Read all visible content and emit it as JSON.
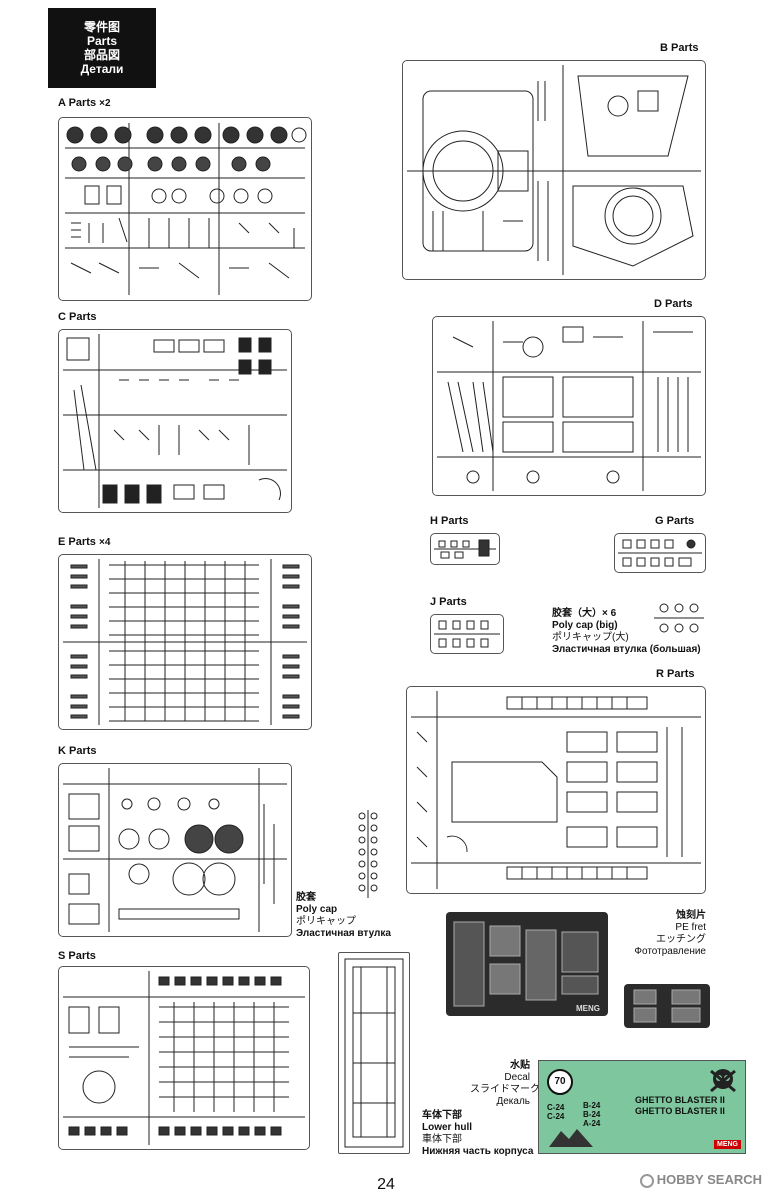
{
  "header": {
    "line1": "零件图",
    "line2": "Parts",
    "line3": "部品図",
    "line4": "Детали"
  },
  "sections": {
    "a": {
      "label": "A  Parts",
      "mult": "×2"
    },
    "b": {
      "label": "B  Parts"
    },
    "c": {
      "label": "C  Parts"
    },
    "d": {
      "label": "D  Parts"
    },
    "e": {
      "label": "E  Parts",
      "mult": "×4"
    },
    "h": {
      "label": "H  Parts"
    },
    "g": {
      "label": "G  Parts"
    },
    "j": {
      "label": "J  Parts"
    },
    "r": {
      "label": "R  Parts"
    },
    "k": {
      "label": "K  Parts"
    },
    "s": {
      "label": "S  Parts"
    }
  },
  "captions": {
    "polycap_big": {
      "cn": "胶套（大）× 6",
      "en": "Poly cap (big)",
      "jp": "ポリキャップ(大)",
      "ru": "Эластичная втулка (большая)"
    },
    "polycap": {
      "cn": "胶套",
      "en": "Poly cap",
      "jp": "ポリキャップ",
      "ru": "Эластичная втулка"
    },
    "pe_fret": {
      "cn": "蚀刻片",
      "en": "PE fret",
      "jp": "エッチング",
      "ru": "Фототравление"
    },
    "decal": {
      "cn": "水贴",
      "en": "Decal",
      "jp": "スライドマーク",
      "ru": "Декаль"
    },
    "lower_hull": {
      "cn": "车体下部",
      "en": "Lower hull",
      "jp": "車体下部",
      "ru": "Нижняя часть корпуса"
    }
  },
  "decal_sheet": {
    "number": "70",
    "ghetto1": "GHETTO BLASTER II",
    "ghetto2": "GHETTO BLASTER II",
    "codes": [
      "C-24",
      "C-24",
      "B-24",
      "B-24",
      "A-24"
    ],
    "brand": "MENG"
  },
  "pe": {
    "brand": "MENG"
  },
  "page_number": "24",
  "watermark": "HOBBY SEARCH",
  "colors": {
    "decal_bg": "#7ec79e",
    "pe_bg": "#2b2b2b",
    "header_bg": "#111111"
  }
}
